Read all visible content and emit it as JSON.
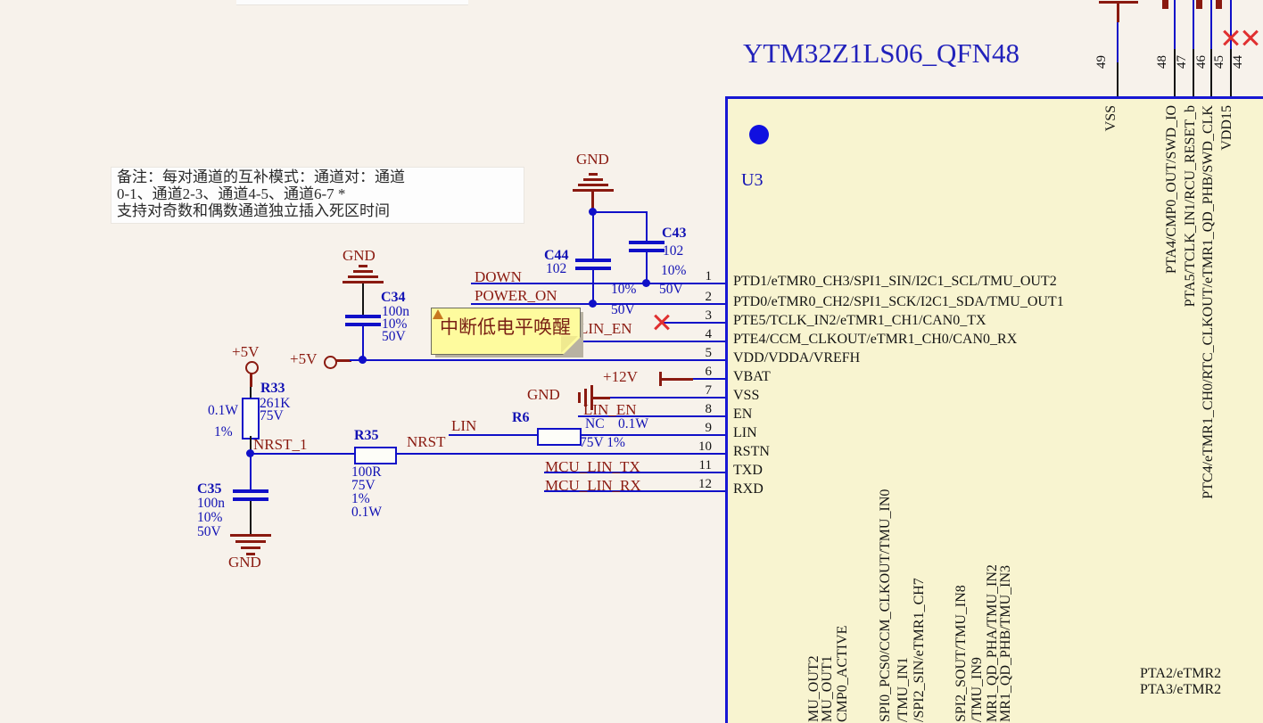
{
  "ic": {
    "title": "YTM32Z1LS06_QFN48",
    "designator": "U3",
    "left_pins": [
      {
        "num": "1",
        "name": "PTD1/eTMR0_CH3/SPI1_SIN/I2C1_SCL/TMU_OUT2"
      },
      {
        "num": "2",
        "name": "PTD0/eTMR0_CH2/SPI1_SCK/I2C1_SDA/TMU_OUT1"
      },
      {
        "num": "3",
        "name": "PTE5/TCLK_IN2/eTMR1_CH1/CAN0_TX"
      },
      {
        "num": "4",
        "name": "PTE4/CCM_CLKOUT/eTMR1_CH0/CAN0_RX"
      },
      {
        "num": "5",
        "name": "VDD/VDDA/VREFH"
      },
      {
        "num": "6",
        "name": "VBAT"
      },
      {
        "num": "7",
        "name": "VSS"
      },
      {
        "num": "8",
        "name": "EN"
      },
      {
        "num": "9",
        "name": "LIN"
      },
      {
        "num": "10",
        "name": "RSTN"
      },
      {
        "num": "11",
        "name": "TXD"
      },
      {
        "num": "12",
        "name": "RXD"
      }
    ],
    "top_pins": [
      {
        "num": "49",
        "name": "VSS"
      },
      {
        "num": "48",
        "name": "PTA4/CMP0_OUT/SWD_IO"
      },
      {
        "num": "47",
        "name": "PTA5/TCLK_IN1/RCU_RESET_b"
      },
      {
        "num": "46",
        "name": "PTC4/eTMR1_CH0/RTC_CLKOUT/eTMR1_QD_PHB/SWD_CLK"
      },
      {
        "num": "45",
        "name": "VDD15"
      },
      {
        "num": "44",
        "name": ""
      }
    ],
    "bottom_pins": [
      "MU_OUT2",
      "MU_OUT1",
      "CMP0_ACTIVE",
      "SPI0_PCS0/CCM_CLKOUT/TMU_IN0",
      "/TMU_IN1",
      "/SPI2_SIN/eTMR1_CH7",
      "SPI2_SOUT/TMU_IN8",
      "/TMU_IN9",
      "MR1_QD_PHA/TMU_IN2",
      "MR1_QD_PHB/TMU_IN3"
    ],
    "right_pins": [
      "PTA2/eTMR2",
      "PTA3/eTMR2"
    ]
  },
  "components": {
    "r33": {
      "designator": "R33",
      "value": "261K",
      "voltage": "75V",
      "power": "0.1W",
      "tolerance": "1%"
    },
    "r35": {
      "designator": "R35",
      "value": "100R",
      "voltage": "75V",
      "tolerance": "1%",
      "power": "0.1W"
    },
    "r6": {
      "designator": "R6",
      "value": "NC",
      "power": "0.1W",
      "voltage_tol": "75V 1%"
    },
    "c34": {
      "designator": "C34",
      "value": "100n",
      "tolerance": "10%",
      "voltage": "50V"
    },
    "c35": {
      "designator": "C35",
      "value": "100n",
      "tolerance": "10%",
      "voltage": "50V"
    },
    "c43": {
      "designator": "C43",
      "value": "102",
      "tolerance": "10%",
      "voltage": "50V"
    },
    "c44": {
      "designator": "C44",
      "value": "102",
      "tolerance": "10%",
      "voltage": "50V"
    }
  },
  "nets": {
    "down": "DOWN",
    "power_on": "POWER_ON",
    "lin_en": "LIN_EN",
    "lin": "LIN",
    "nrst": "NRST",
    "nrst_1": "NRST_1",
    "mcu_lin_tx": "MCU_LIN_TX",
    "mcu_lin_rx": "MCU_LIN_RX"
  },
  "power": {
    "p5v": "+5V",
    "p12v": "+12V",
    "gnd": "GND"
  },
  "notes": {
    "remark_line1": "备注：每对通道的互补模式：通道对：通道",
    "remark_line2": "0-1、通道2-3、通道4-5、通道6-7 *",
    "remark_line3": "支持对奇数和偶数通道独立插入死区时间",
    "tooltip": "中断低电平唤醒"
  },
  "colors": {
    "wire": "#1010C8",
    "ic_fill": "#F8F4D0",
    "ic_border": "#1717D4",
    "net_label": "#8A1A10",
    "component_text": "#1212B4",
    "title": "#2222BB",
    "nc_x": "#E03030",
    "background": "#F7F2EB",
    "tooltip_bg": "#FEFB9E"
  }
}
